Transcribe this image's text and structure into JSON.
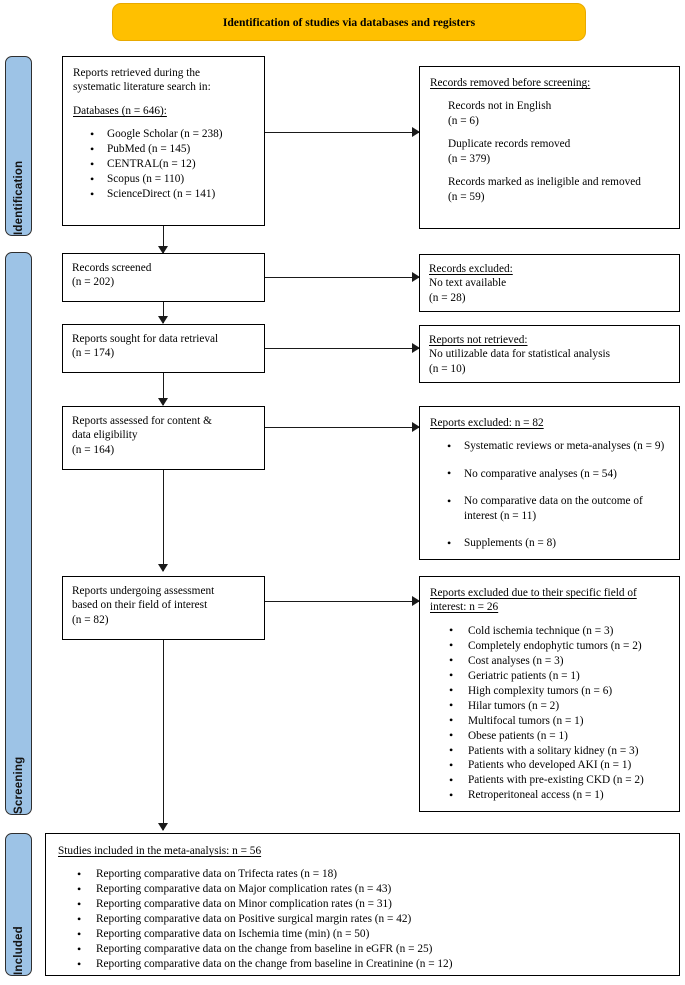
{
  "header": {
    "title": "Identification of studies via databases and registers"
  },
  "phases": [
    {
      "label": "Identification"
    },
    {
      "label": "Screening"
    },
    {
      "label": "Included"
    }
  ],
  "boxes": {
    "retrieved": {
      "line1": "Reports retrieved during the",
      "line2": "systematic literature search in:",
      "subtitle": "Databases (n = 646):",
      "items": [
        "Google Scholar (n = 238)",
        "PubMed (n = 145)",
        "CENTRAL(n = 12)",
        "Scopus (n = 110)",
        "ScienceDirect (n = 141)"
      ]
    },
    "removed_before_screening": {
      "title": "Records removed before screening:",
      "entries": [
        {
          "text": "Records not in English",
          "count": "(n = 6)"
        },
        {
          "text": "Duplicate records removed",
          "count": "(n = 379)"
        },
        {
          "text": "Records marked as ineligible and removed",
          "count": "(n = 59)"
        }
      ]
    },
    "records_screened": {
      "line1": "Records screened",
      "count": "(n = 202)"
    },
    "records_excluded": {
      "title": "Records excluded:",
      "reason": "No text available",
      "count": "(n = 28)"
    },
    "sought_retrieval": {
      "line1": "Reports sought for data retrieval",
      "count": "(n = 174)"
    },
    "not_retrieved": {
      "title": "Reports not retrieved:",
      "reason": "No utilizable data for statistical analysis",
      "count": "(n = 10)"
    },
    "assessed_eligibility": {
      "line1": "Reports assessed for content &",
      "line2": "data eligibility",
      "count": "(n = 164)"
    },
    "reports_excluded": {
      "title": "Reports excluded: n = 82",
      "items": [
        "Systematic reviews or meta-analyses (n = 9)",
        "No comparative analyses (n = 54)",
        "No comparative data on the outcome of interest (n = 11)",
        "Supplements (n = 8)"
      ]
    },
    "field_assessment": {
      "line1": "Reports undergoing assessment",
      "line2": "based on their field of interest",
      "count": "(n = 82)"
    },
    "field_excluded": {
      "title_line1": "Reports excluded due to their specific field of",
      "title_line2": "interest: n = 26",
      "items": [
        "Cold ischemia technique (n = 3)",
        "Completely endophytic tumors (n = 2)",
        "Cost analyses (n = 3)",
        "Geriatric patients (n = 1)",
        "High complexity tumors (n = 6)",
        "Hilar tumors (n = 2)",
        "Multifocal tumors (n = 1)",
        "Obese patients (n = 1)",
        "Patients with a solitary kidney (n = 3)",
        "Patients who developed AKI (n = 1)",
        "Patients with pre-existing CKD (n = 2)",
        "Retroperitoneal access (n = 1)"
      ]
    },
    "included": {
      "title": "Studies included in the meta-analysis: n = 56",
      "items": [
        "Reporting comparative data on Trifecta rates (n = 18)",
        "Reporting comparative data on Major complication rates (n = 43)",
        "Reporting comparative data on Minor complication rates (n = 31)",
        "Reporting comparative data on Positive surgical margin rates (n = 42)",
        "Reporting comparative data on Ischemia time (min) (n = 50)",
        "Reporting comparative data on the change from baseline in eGFR (n = 25)",
        "Reporting comparative data on the change from baseline in Creatinine (n = 12)"
      ]
    }
  },
  "colors": {
    "header_fill": "#FFC000",
    "phase_fill": "#9DC3E6",
    "box_border": "#000000",
    "connector": "#1a1a1a"
  }
}
